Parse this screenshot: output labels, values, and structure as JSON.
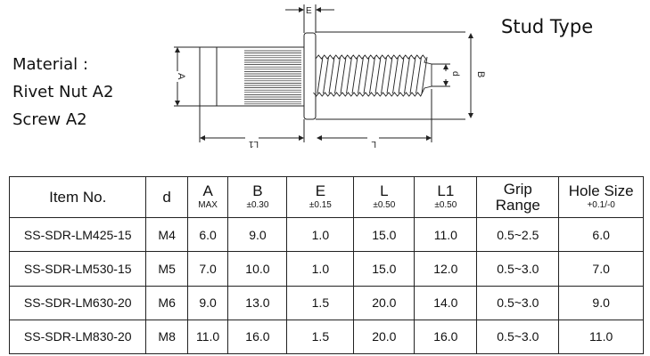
{
  "material": {
    "label": "Material :",
    "rivet_nut": "Rivet Nut A2",
    "screw": "Screw A2"
  },
  "title": "Stud Type",
  "drawing_labels": {
    "E": "E",
    "A": "A",
    "B": "B",
    "d": "d",
    "L": "L",
    "L1": "L1"
  },
  "table": {
    "headers": [
      {
        "main": "Item No.",
        "sub": ""
      },
      {
        "main": "d",
        "sub": ""
      },
      {
        "main": "A",
        "sub": "MAX"
      },
      {
        "main": "B",
        "sub": "±0.30"
      },
      {
        "main": "E",
        "sub": "±0.15"
      },
      {
        "main": "L",
        "sub": "±0.50"
      },
      {
        "main": "L1",
        "sub": "±0.50"
      },
      {
        "main": "Grip",
        "sub": "Range"
      },
      {
        "main": "Hole Size",
        "sub": "+0.1/-0"
      }
    ],
    "rows": [
      [
        "SS-SDR-LM425-15",
        "M4",
        "6.0",
        "9.0",
        "1.0",
        "15.0",
        "11.0",
        "0.5~2.5",
        "6.0"
      ],
      [
        "SS-SDR-LM530-15",
        "M5",
        "7.0",
        "10.0",
        "1.0",
        "15.0",
        "12.0",
        "0.5~3.0",
        "7.0"
      ],
      [
        "SS-SDR-LM630-20",
        "M6",
        "9.0",
        "13.0",
        "1.5",
        "20.0",
        "14.0",
        "0.5~3.0",
        "9.0"
      ],
      [
        "SS-SDR-LM830-20",
        "M8",
        "11.0",
        "16.0",
        "1.5",
        "20.0",
        "16.0",
        "0.5~3.0",
        "11.0"
      ]
    ]
  }
}
